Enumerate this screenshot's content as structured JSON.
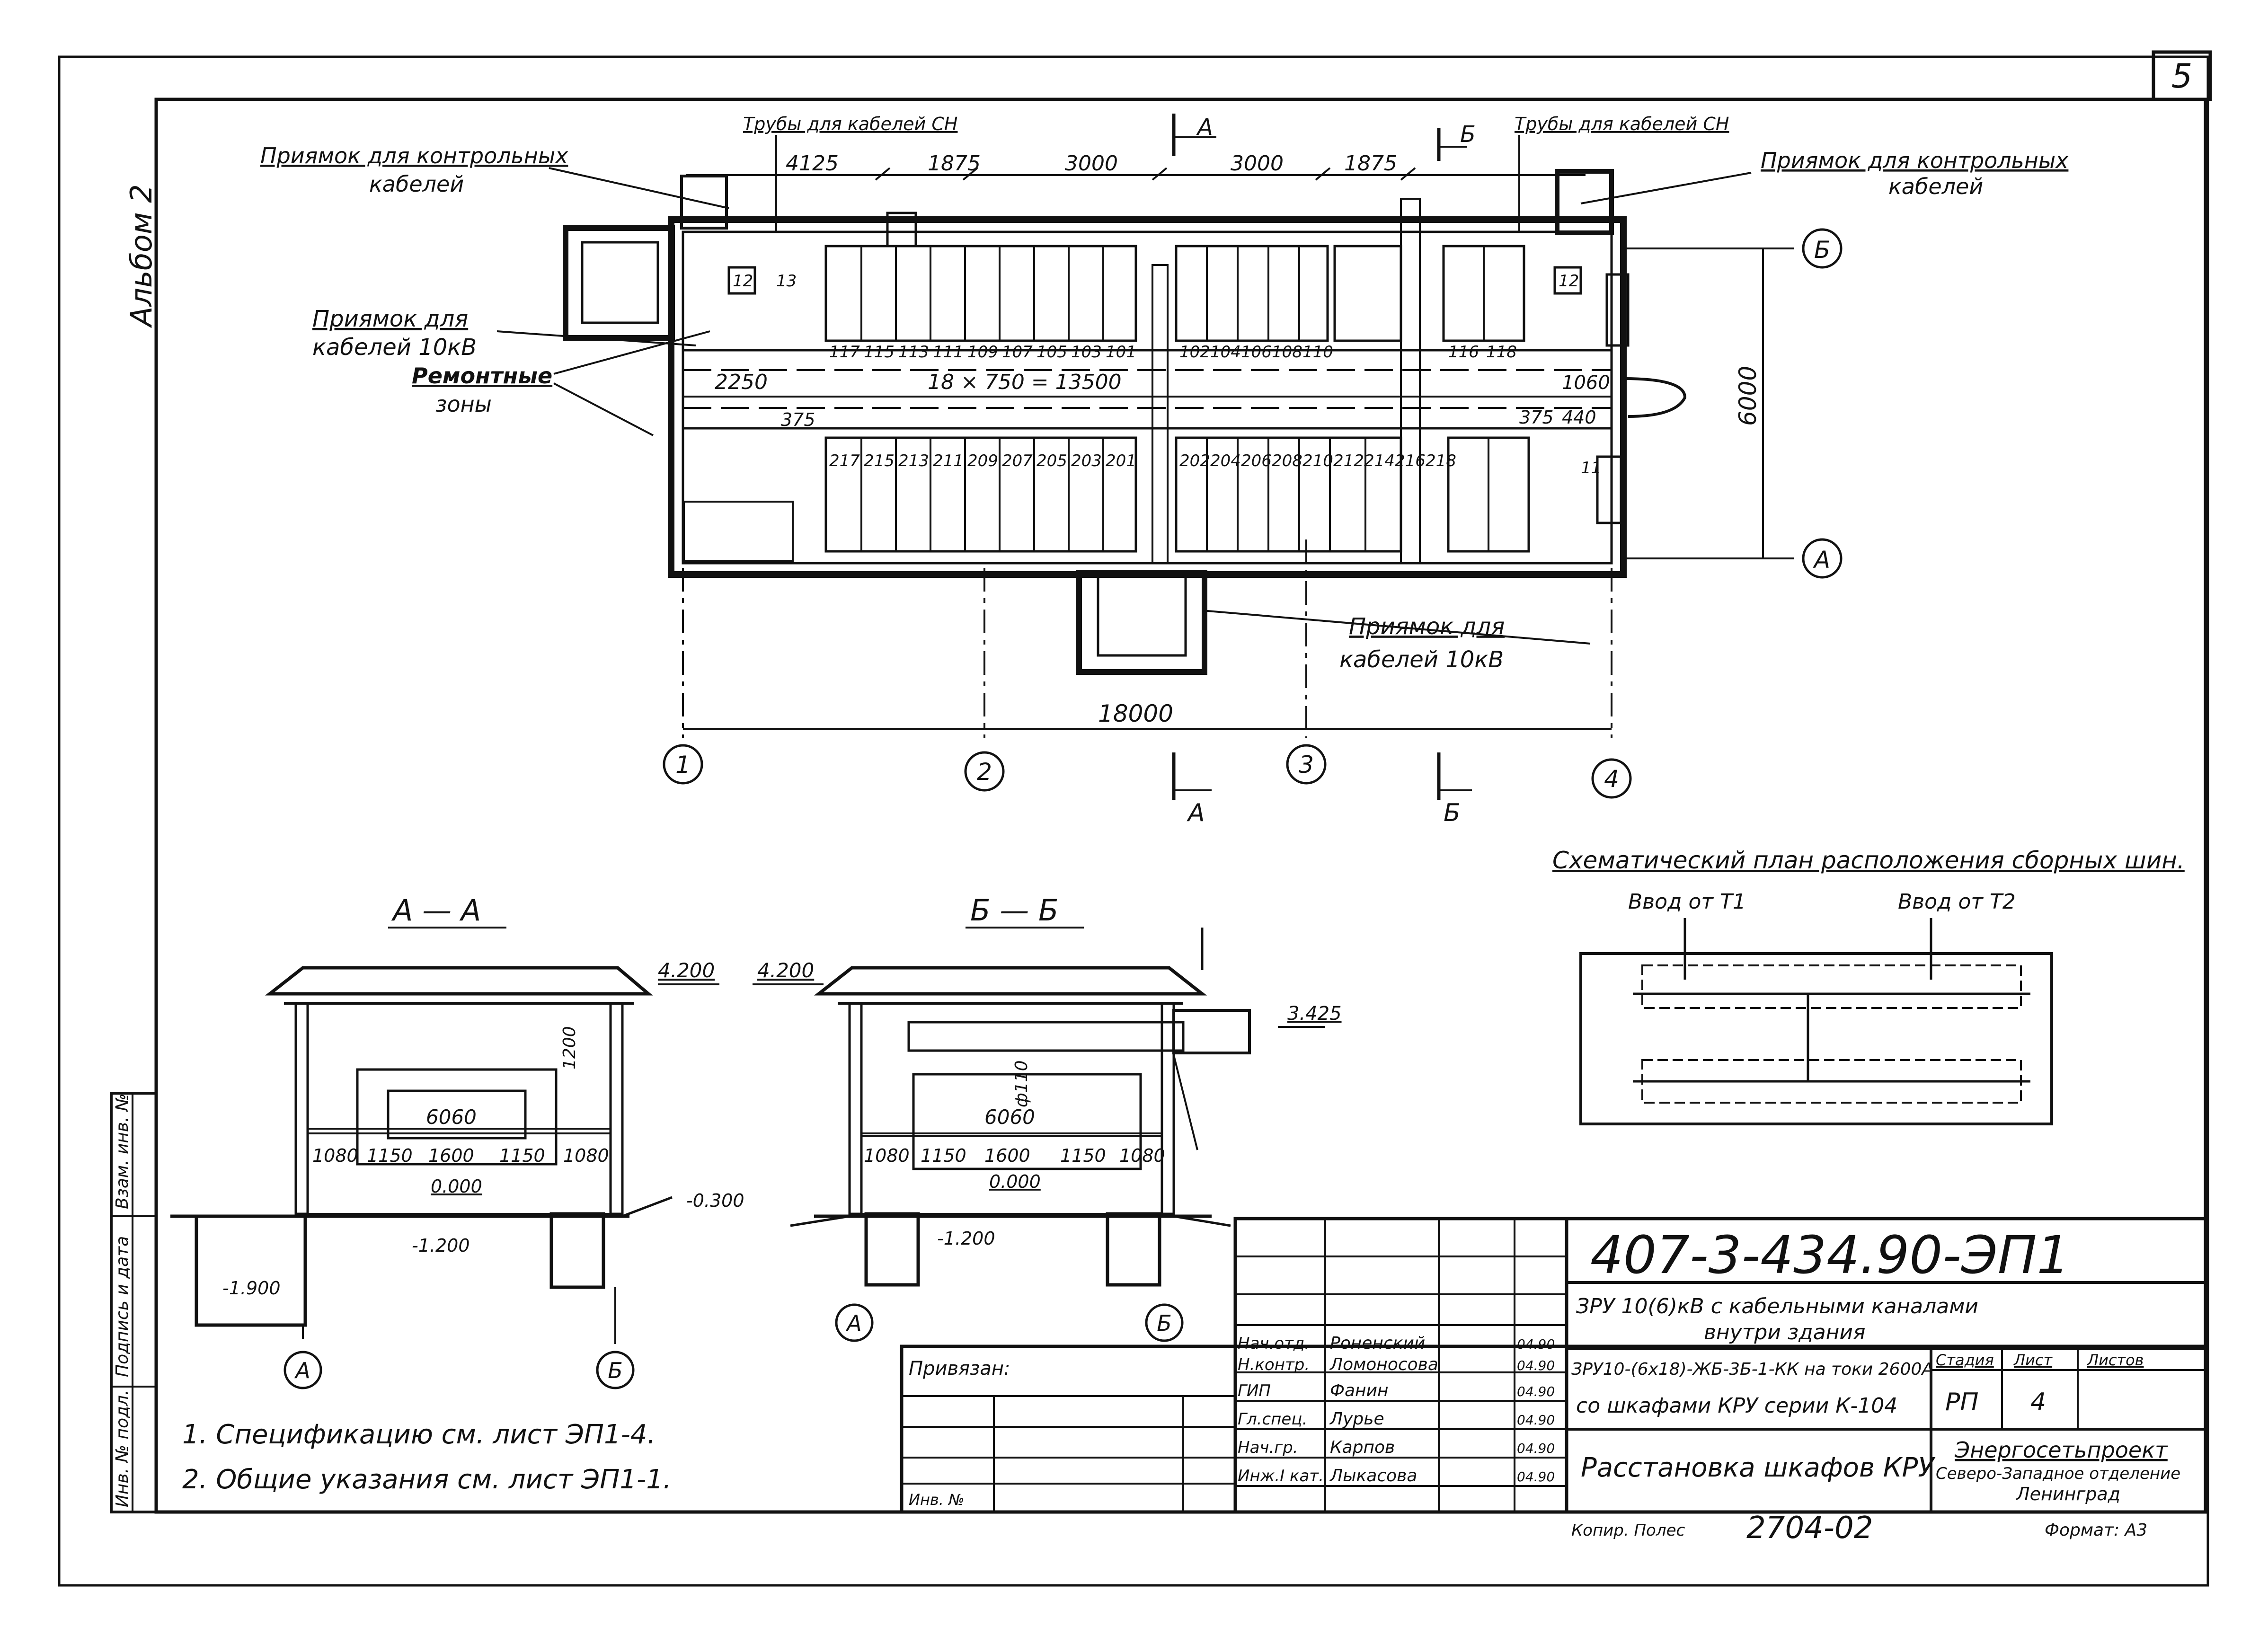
{
  "sheet": {
    "number": "5",
    "side_label": "Альбом 2",
    "copied_by": "Копир. Полес",
    "copy_code": "2704-02",
    "format": "Формат: А3"
  },
  "plan": {
    "section_a": "А",
    "section_b": "Б",
    "pipes_left": "Трубы для кабелей СН",
    "pipes_right": "Трубы для кабелей СН",
    "pit_control_left": [
      "Приямок для контрольных",
      "кабелей"
    ],
    "pit_control_right": [
      "Приямок для контрольных",
      "кабелей"
    ],
    "pit_10kv_left": [
      "Приямок для",
      "кабелей 10кВ"
    ],
    "repair_zones": [
      "Ремонтные",
      "зоны"
    ],
    "pit_10kv_bottom": [
      "Приямок для",
      "кабелей 10кВ"
    ],
    "top_dims": [
      "4125",
      "1875",
      "3000",
      "3000",
      "1875"
    ],
    "mid_dims": [
      "2250",
      "18 × 750 = 13500",
      "1060",
      "375",
      "375",
      "440"
    ],
    "overall_dim": "18000",
    "height_dim": "6000",
    "axis_rows": [
      "Б",
      "А"
    ],
    "axis_cols": [
      "1",
      "2",
      "3",
      "4"
    ],
    "row1_left": [
      "117",
      "115",
      "113",
      "111",
      "109",
      "107",
      "105",
      "103",
      "101"
    ],
    "row1_right": [
      "102",
      "104",
      "106",
      "108",
      "110"
    ],
    "row1_far": [
      "116",
      "118"
    ],
    "row2_left": [
      "217",
      "215",
      "213",
      "211",
      "209",
      "207",
      "205",
      "203",
      "201"
    ],
    "row2_right": [
      "202",
      "204",
      "206",
      "208",
      "210",
      "212",
      "214",
      "216",
      "218"
    ],
    "small_labels": [
      "12",
      "13",
      "12",
      "11"
    ]
  },
  "section_aa": {
    "title": "А — А",
    "roof_level": "4.200",
    "cabinet_label": "6060",
    "dims": [
      "1080",
      "1150",
      "1600",
      "1150",
      "1080"
    ],
    "height": "1200",
    "floor": "0.000",
    "minus_300": "-0.300",
    "minus_1200": "-1.200",
    "minus_1900": "-1.900",
    "axes": [
      "А",
      "Б"
    ]
  },
  "section_bb": {
    "title": "Б — Б",
    "roof_level": "4.200",
    "level_3425": "3.425",
    "pipe": "ф110",
    "cabinet_label": "6060",
    "dims": [
      "1080",
      "1150",
      "1600",
      "1150",
      "1080"
    ],
    "floor": "0.000",
    "minus_1200": "-1.200",
    "axes": [
      "А",
      "Б"
    ]
  },
  "busbar": {
    "title": "Схематический план расположения сборных шин.",
    "input_t1": "Ввод от Т1",
    "input_t2": "Ввод от Т2"
  },
  "notes": [
    "1. Спецификацию см. лист ЭП1-4.",
    "2. Общие указания см. лист ЭП1-1."
  ],
  "left_strip": [
    "Взам. инв. №",
    "Подпись и дата",
    "Инв. № подл."
  ],
  "title_block": {
    "code": "407-3-434.90-ЭП1",
    "project": [
      "ЗРУ 10(6)кВ с кабельными каналами",
      "внутри здания"
    ],
    "spec": [
      "ЗРУ10-(6х18)-ЖБ-3Б-1-КК на токи 2600А",
      "со шкафами КРУ серии К-104"
    ],
    "sheet_title": "Расстановка шкафов КРУ",
    "org": [
      "Энергосетьпроект",
      "Северо-Западное отделение",
      "Ленинград"
    ],
    "stage_label": "Стадия",
    "sheet_label": "Лист",
    "sheets_label": "Листов",
    "stage": "РП",
    "sheet_no": "4",
    "sheets": "",
    "bound": "Привязан:",
    "inv": "Инв. №",
    "people": [
      {
        "role": "Нач.отд.",
        "name": "Роненский",
        "date": "04.90"
      },
      {
        "role": "Н.контр.",
        "name": "Ломоносова",
        "date": "04.90"
      },
      {
        "role": "ГИП",
        "name": "Фанин",
        "date": "04.90"
      },
      {
        "role": "Гл.спец.",
        "name": "Лурье",
        "date": "04.90"
      },
      {
        "role": "Нач.гр.",
        "name": "Карпов",
        "date": "04.90"
      },
      {
        "role": "Инж.I кат.",
        "name": "Лыкасова",
        "date": "04.90"
      }
    ]
  }
}
